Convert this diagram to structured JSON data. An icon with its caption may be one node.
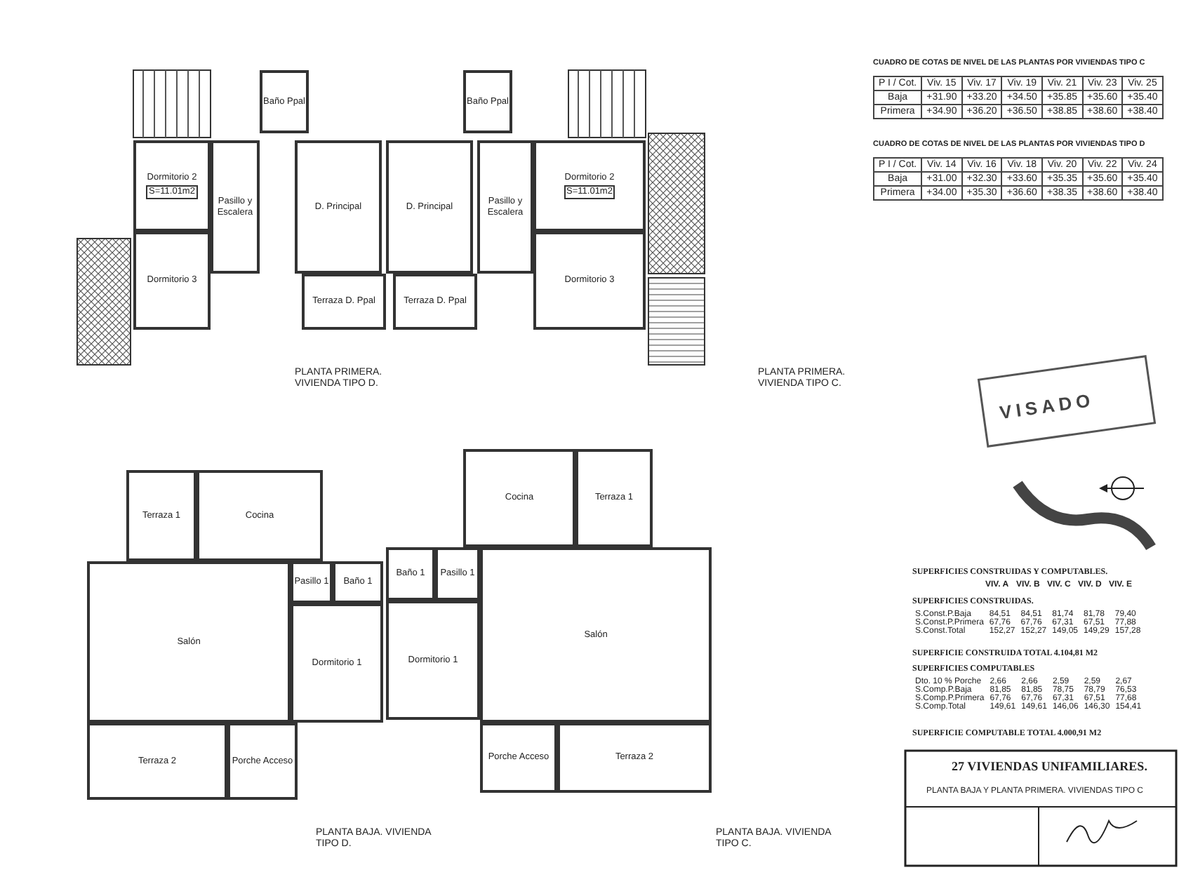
{
  "diagram": {
    "nodes": [
      {
        "text": [
          "Dormitorio 2",
          "S=11.01m2"
        ]
      },
      {
        "text": [
          "Pasillo y Escalera"
        ]
      },
      {
        "text": [
          "Baño Ppal"
        ]
      },
      {
        "text": [
          "D. Principal"
        ]
      },
      {
        "text": [
          "Dormitorio 3"
        ]
      },
      {
        "text": [
          "Terraza D. Ppal"
        ]
      },
      {
        "text": [
          "Terraza D. Ppal"
        ]
      },
      {
        "text": [
          "D. Principal"
        ]
      },
      {
        "text": [
          "Baño Ppal"
        ]
      },
      {
        "text": [
          "Pasillo y Escalera"
        ]
      },
      {
        "text": [
          "Dormitorio 2",
          "S=11.01m2"
        ]
      },
      {
        "text": [
          "Dormitorio 3"
        ]
      },
      {
        "text": [
          "Terraza 1"
        ]
      },
      {
        "text": [
          "Cocina"
        ]
      },
      {
        "text": [
          "Salón"
        ]
      },
      {
        "text": [
          "Pasillo 1"
        ]
      },
      {
        "text": [
          "Baño 1"
        ]
      },
      {
        "text": [
          "Dormitorio 1"
        ]
      },
      {
        "text": [
          "Porche Acceso"
        ]
      },
      {
        "text": [
          "Terraza 2"
        ]
      },
      {
        "text": [
          "Cocina"
        ]
      },
      {
        "text": [
          "Terraza 1"
        ]
      },
      {
        "text": [
          "Baño 1"
        ]
      },
      {
        "text": [
          "Pasillo 1"
        ]
      },
      {
        "text": [
          "Dormitorio 1"
        ]
      },
      {
        "text": [
          "Salón"
        ]
      },
      {
        "text": [
          "Porche Acceso"
        ]
      },
      {
        "text": [
          "Terraza 2"
        ]
      }
    ],
    "labels": [
      "PLANTA PRIMERA. VIVIENDA TIPO D.",
      "PLANTA PRIMERA. VIVIENDA TIPO C.",
      "CUADRO DE COTAS DE NIVEL DE LAS PLANTAS POR VIVIENDAS TIPO C",
      "P I / Cot.",
      "Viv. 15",
      "Viv. 17",
      "Viv. 19",
      "Viv. 21",
      "Viv. 23",
      "Viv. 25",
      "Baja",
      "+31.90",
      "+33.20",
      "+34.50",
      "+35.85",
      "+35.60",
      "+35.40",
      "Primera",
      "+34.90",
      "+36.20",
      "+36.50",
      "+38.85",
      "+38.60",
      "+38.40",
      "CUADRO DE COTAS DE NIVEL DE LAS PLANTAS POR VIVIENDAS TIPO D",
      "P I / Cot.",
      "Viv. 14",
      "Viv. 16",
      "Viv. 18",
      "Viv. 20",
      "Viv. 22",
      "Viv. 24",
      "Baja",
      "+31.00",
      "+32.30",
      "+33.60",
      "+35.35",
      "+35.60",
      "+35.40",
      "Primera",
      "+34.00",
      "+35.30",
      "+36.60",
      "+38.35",
      "+38.60",
      "+38.40",
      "VISADO",
      "PLANTA BAJA. VIVIENDA TIPO D.",
      "PLANTA BAJA. VIVIENDA TIPO C.",
      "SUPERFICIES CONSTRUIDAS Y COMPUTABLES.",
      "VIV. A",
      "VIV. B",
      "VIV. C",
      "VIV. D",
      "VIV. E",
      "SUPERFICIES CONSTRUIDAS.",
      "S.Const.P.Baja",
      "84,51",
      "84,51",
      "81,74",
      "81,78",
      "79,40",
      "S.Const.P.Primera",
      "67,76",
      "67,76",
      "67,31",
      "67,51",
      "77,88",
      "S.Const.Total",
      "152,27",
      "152,27",
      "149,05",
      "149,29",
      "157,28",
      "SUPERFICIE CONSTRUIDA TOTAL 4.104,81 M2",
      "SUPERFICIES COMPUTABLES",
      "Dto. 10 % Porche",
      "2,66",
      "2,66",
      "2,59",
      "2,59",
      "2,67",
      "S.Comp.P.Baja",
      "81,85",
      "81,85",
      "78,75",
      "78,79",
      "76,53",
      "S.Comp.P.Primera",
      "67,76",
      "67,76",
      "67,31",
      "67,51",
      "77,68",
      "S.Comp.Total",
      "149,61",
      "149,61",
      "146,06",
      "146,30",
      "154,41",
      "SUPERFICIE COMPUTABLE TOTAL 4.000,91 M2",
      "27 VIVIENDAS UNIFAMILIARES.",
      "PLANTA BAJA Y PLANTA PRIMERA. VIVIENDAS TIPO C"
    ]
  }
}
